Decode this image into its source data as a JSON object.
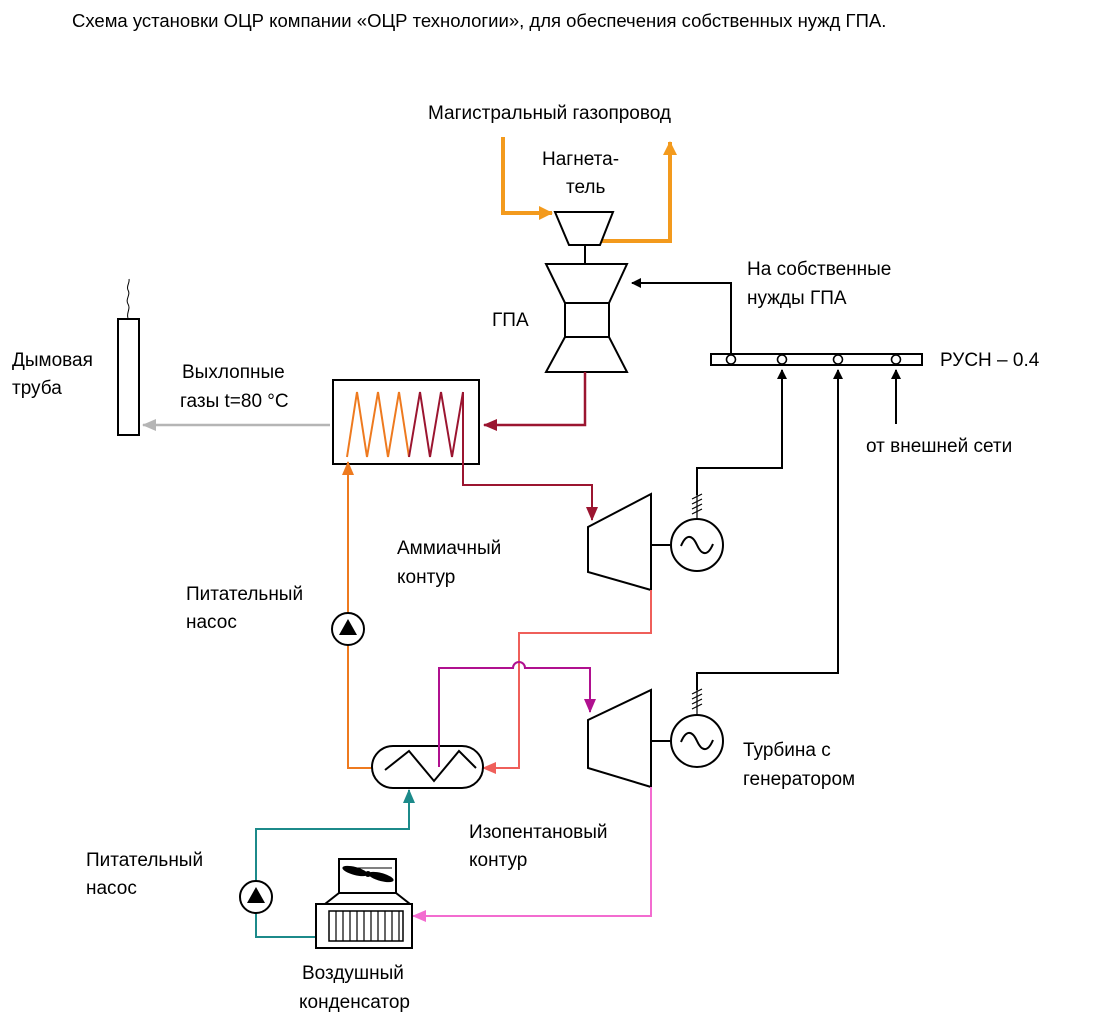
{
  "title": "Схема установки ОЦР компании «ОЦР технологии», для обеспечения собственных нужд ГПА.",
  "labels": {
    "pipeline": "Магистральный  газопровод",
    "compressor_l1": "Нагнета-",
    "compressor_l2": "тель",
    "gpa": "ГПА",
    "own_needs_l1": "На собственные",
    "own_needs_l2": "нужды ГПА",
    "rusn": "РУСН – 0.4",
    "external_grid": "от внешней сети",
    "chimney_l1": "Дымовая",
    "chimney_l2": "труба",
    "exhaust_l1": "Выхлопные",
    "exhaust_l2": "газы t=80 °С",
    "ammonia_l1": "Аммиачный",
    "ammonia_l2": "контур",
    "feed_pump1_l1": "Питательный",
    "feed_pump1_l2": "насос",
    "turbine_l1": "Турбина с",
    "turbine_l2": "генератором",
    "isopentane_l1": "Изопентановый",
    "isopentane_l2": "контур",
    "feed_pump2_l1": "Питательный",
    "feed_pump2_l2": "насос",
    "condenser_l1": "Воздушный",
    "condenser_l2": "конденсатор"
  },
  "colors": {
    "gas": "#f39a1d",
    "exhaust_return": "#b5b5b5",
    "hot_gas": "#9b1530",
    "ammonia_liquid": "#ee7a1f",
    "ammonia_exhaust": "#ef5f5a",
    "isopentane_vapor": "#b0108f",
    "isopentane_return": "#f36cd0",
    "cooling": "#1c8a8a",
    "electric": "#000000"
  }
}
